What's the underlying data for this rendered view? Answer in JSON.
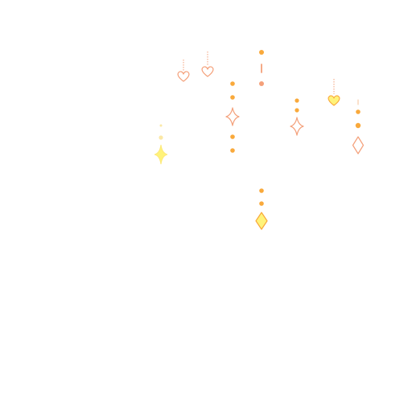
{
  "decoration": {
    "name": "hanging-ornaments",
    "colors": {
      "coral": "#f4a07a",
      "orange": "#f9a93b",
      "amber": "#f7b733",
      "yellow": "#fde97a",
      "yellow_fill": "#fff37a",
      "light_yellow": "#fbe8a6",
      "peach": "#f7c39a",
      "background": "#ffffff"
    },
    "strands": [
      {
        "id": "strand-1",
        "charm": "four-point-star-icon",
        "charm_fill": "yellow_fill",
        "charm_stroke": "yellow"
      },
      {
        "id": "strand-2",
        "charm": "heart-outline-icon",
        "charm_fill": "none",
        "charm_stroke": "coral"
      },
      {
        "id": "strand-3",
        "charm": "heart-outline-icon",
        "charm_fill": "none",
        "charm_stroke": "coral"
      },
      {
        "id": "strand-4",
        "charm": "four-point-star-outline-icon",
        "charm_fill": "none",
        "charm_stroke": "orange"
      },
      {
        "id": "strand-5",
        "charm": "diamond-icon",
        "charm_fill": "yellow_fill",
        "charm_stroke": "orange"
      },
      {
        "id": "strand-6",
        "charm": "four-point-star-outline-icon",
        "charm_fill": "none",
        "charm_stroke": "orange"
      },
      {
        "id": "strand-7",
        "charm": "heart-filled-icon",
        "charm_fill": "yellow_fill",
        "charm_stroke": "orange"
      },
      {
        "id": "strand-8",
        "charm": "diamond-outline-icon",
        "charm_fill": "none",
        "charm_stroke": "coral"
      }
    ]
  }
}
